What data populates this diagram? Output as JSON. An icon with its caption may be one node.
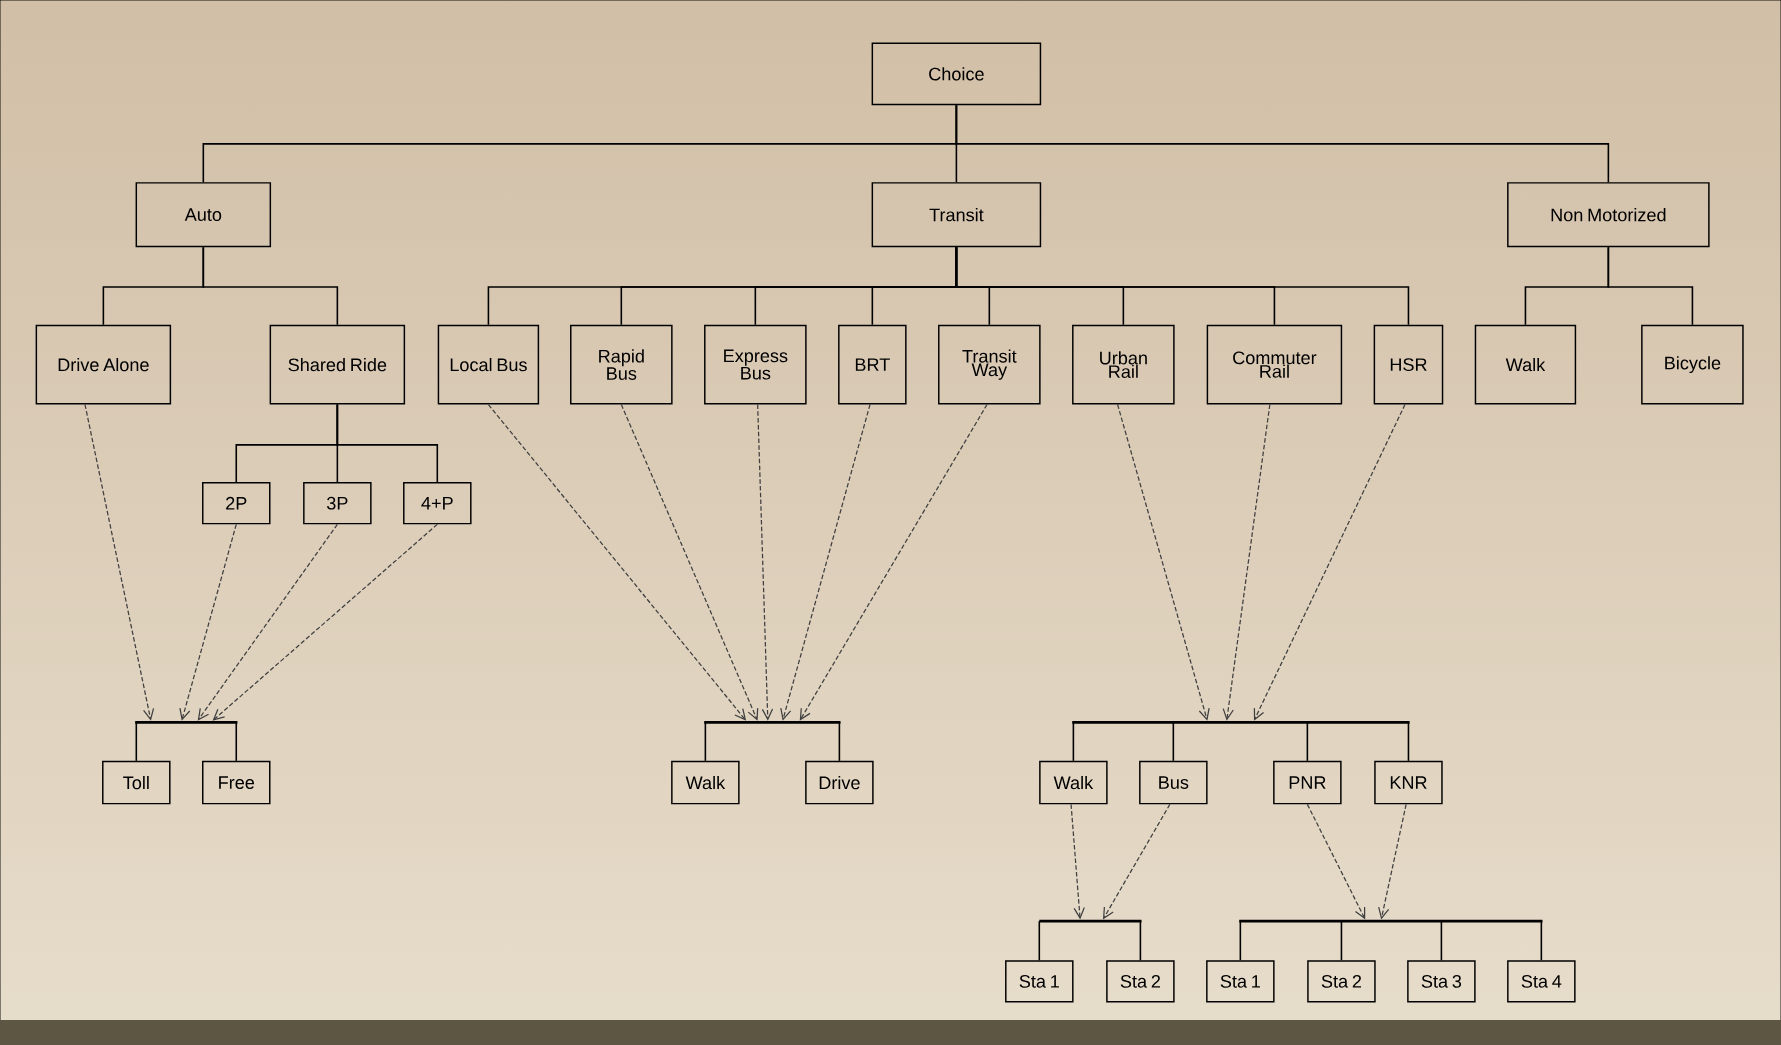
{
  "diagram": {
    "nodes": [
      {
        "text": [
          "Choice"
        ]
      },
      {
        "text": [
          "Auto"
        ]
      },
      {
        "text": [
          "Transit"
        ]
      },
      {
        "text": [
          "Non Motorized"
        ]
      },
      {
        "text": [
          "Drive Alone"
        ]
      },
      {
        "text": [
          "Shared Ride"
        ]
      },
      {
        "text": [
          "Local Bus"
        ]
      },
      {
        "text": [
          "Rapid Bus"
        ]
      },
      {
        "text": [
          "Express Bus"
        ]
      },
      {
        "text": [
          "BRT"
        ]
      },
      {
        "text": [
          "Transit Way"
        ]
      },
      {
        "text": [
          "Urban Rail"
        ]
      },
      {
        "text": [
          "Commuter Rail"
        ]
      },
      {
        "text": [
          "HSR"
        ]
      },
      {
        "text": [
          "Walk"
        ]
      },
      {
        "text": [
          "Bicycle"
        ]
      },
      {
        "text": [
          "2P"
        ]
      },
      {
        "text": [
          "3P"
        ]
      },
      {
        "text": [
          "4+P"
        ]
      },
      {
        "text": [
          "Toll"
        ]
      },
      {
        "text": [
          "Free"
        ]
      },
      {
        "text": [
          "Walk"
        ]
      },
      {
        "text": [
          "Drive"
        ]
      },
      {
        "text": [
          "Walk"
        ]
      },
      {
        "text": [
          "Bus"
        ]
      },
      {
        "text": [
          "PNR"
        ]
      },
      {
        "text": [
          "KNR"
        ]
      },
      {
        "text": [
          "Sta 1"
        ]
      },
      {
        "text": [
          "Sta 2"
        ]
      },
      {
        "text": [
          "Sta 1"
        ]
      },
      {
        "text": [
          "Sta 2"
        ]
      },
      {
        "text": [
          "Sta 3"
        ]
      },
      {
        "text": [
          "Sta 4"
        ]
      },
      {
        "text": [],
        "shape": "bar"
      },
      {
        "text": [],
        "shape": "bar"
      },
      {
        "text": [],
        "shape": "bar"
      },
      {
        "text": [],
        "shape": "bar"
      },
      {
        "text": [],
        "shape": "bar"
      }
    ],
    "edges": [
      {
        "from": 0,
        "to": 1,
        "arrow": "none"
      },
      {
        "from": 0,
        "to": 2,
        "arrow": "none"
      },
      {
        "from": 0,
        "to": 3,
        "arrow": "none"
      },
      {
        "from": 1,
        "to": 4,
        "arrow": "none"
      },
      {
        "from": 1,
        "to": 5,
        "arrow": "none"
      },
      {
        "from": 2,
        "to": 6,
        "arrow": "none"
      },
      {
        "from": 2,
        "to": 7,
        "arrow": "none"
      },
      {
        "from": 2,
        "to": 8,
        "arrow": "none"
      },
      {
        "from": 2,
        "to": 9,
        "arrow": "none"
      },
      {
        "from": 2,
        "to": 10,
        "arrow": "none"
      },
      {
        "from": 2,
        "to": 11,
        "arrow": "none"
      },
      {
        "from": 2,
        "to": 12,
        "arrow": "none"
      },
      {
        "from": 2,
        "to": 13,
        "arrow": "none"
      },
      {
        "from": 3,
        "to": 14,
        "arrow": "none"
      },
      {
        "from": 3,
        "to": 15,
        "arrow": "none"
      },
      {
        "from": 5,
        "to": 16,
        "arrow": "none"
      },
      {
        "from": 5,
        "to": 17,
        "arrow": "none"
      },
      {
        "from": 5,
        "to": 18,
        "arrow": "none"
      },
      {
        "from": 33,
        "to": 19,
        "arrow": "none"
      },
      {
        "from": 33,
        "to": 20,
        "arrow": "none"
      },
      {
        "from": 34,
        "to": 21,
        "arrow": "none"
      },
      {
        "from": 34,
        "to": 22,
        "arrow": "none"
      },
      {
        "from": 35,
        "to": 23,
        "arrow": "none"
      },
      {
        "from": 35,
        "to": 24,
        "arrow": "none"
      },
      {
        "from": 35,
        "to": 25,
        "arrow": "none"
      },
      {
        "from": 35,
        "to": 26,
        "arrow": "none"
      },
      {
        "from": 36,
        "to": 27,
        "arrow": "none"
      },
      {
        "from": 36,
        "to": 28,
        "arrow": "none"
      },
      {
        "from": 37,
        "to": 29,
        "arrow": "none"
      },
      {
        "from": 37,
        "to": 30,
        "arrow": "none"
      },
      {
        "from": 37,
        "to": 31,
        "arrow": "none"
      },
      {
        "from": 37,
        "to": 32,
        "arrow": "none"
      },
      {
        "from": 4,
        "to": 33,
        "arrow": "to",
        "style": "dashed",
        "color": "#3f3f3f"
      },
      {
        "from": 16,
        "to": 33,
        "arrow": "to",
        "style": "dashed",
        "color": "#3f3f3f"
      },
      {
        "from": 17,
        "to": 33,
        "arrow": "to",
        "style": "dashed",
        "color": "#3f3f3f"
      },
      {
        "from": 18,
        "to": 33,
        "arrow": "to",
        "style": "dashed",
        "color": "#3f3f3f"
      },
      {
        "from": 6,
        "to": 34,
        "arrow": "to",
        "style": "dashed",
        "color": "#3f3f3f"
      },
      {
        "from": 7,
        "to": 34,
        "arrow": "to",
        "style": "dashed",
        "color": "#3f3f3f"
      },
      {
        "from": 8,
        "to": 34,
        "arrow": "to",
        "style": "dashed",
        "color": "#3f3f3f"
      },
      {
        "from": 9,
        "to": 34,
        "arrow": "to",
        "style": "dashed",
        "color": "#3f3f3f"
      },
      {
        "from": 10,
        "to": 34,
        "arrow": "to",
        "style": "dashed",
        "color": "#3f3f3f"
      },
      {
        "from": 11,
        "to": 35,
        "arrow": "to",
        "style": "dashed",
        "color": "#3f3f3f"
      },
      {
        "from": 12,
        "to": 35,
        "arrow": "to",
        "style": "dashed",
        "color": "#3f3f3f"
      },
      {
        "from": 13,
        "to": 35,
        "arrow": "to",
        "style": "dashed",
        "color": "#3f3f3f"
      },
      {
        "from": 23,
        "to": 36,
        "arrow": "to",
        "style": "dashed",
        "color": "#3f3f3f"
      },
      {
        "from": 24,
        "to": 36,
        "arrow": "to",
        "style": "dashed",
        "color": "#3f3f3f"
      },
      {
        "from": 25,
        "to": 37,
        "arrow": "to",
        "style": "dashed",
        "color": "#3f3f3f"
      },
      {
        "from": 26,
        "to": 37,
        "arrow": "to",
        "style": "dashed",
        "color": "#3f3f3f"
      }
    ]
  }
}
